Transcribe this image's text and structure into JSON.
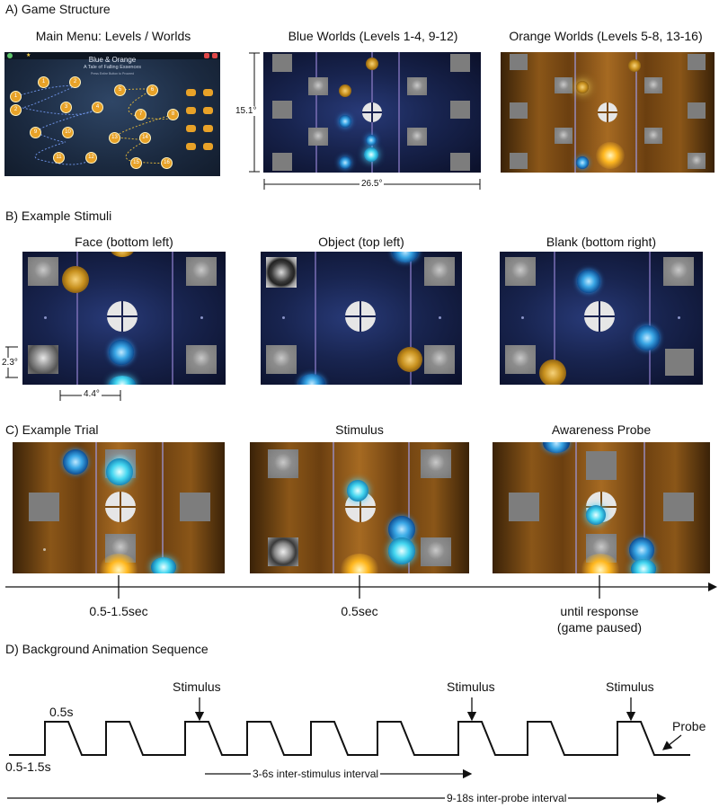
{
  "sections": {
    "a": "A) Game Structure",
    "b": "B) Example Stimuli",
    "c": "C) Example Trial",
    "d": "D) Background Animation Sequence"
  },
  "a": {
    "captions": [
      "Main Menu: Levels / Worlds",
      "Blue Worlds (Levels 1-4, 9-12)",
      "Orange Worlds (Levels 5-8, 13-16)"
    ],
    "menu_title": "Blue & Orange",
    "menu_subtitle": "A Tale of Falling Essences",
    "menu_line": "Press Entire Button to Proceed",
    "vertical_dim": "15.1°",
    "horizontal_dim": "26.5°"
  },
  "b": {
    "captions": [
      "Face (bottom left)",
      "Object (top left)",
      "Blank (bottom right)"
    ],
    "vertical_dim": "2.3°",
    "horizontal_dim": "4.4°"
  },
  "c": {
    "captions": [
      "Stimulus",
      "Awareness Probe"
    ],
    "timings": [
      "0.5-1.5sec",
      "0.5sec",
      "until response",
      "(game paused)"
    ]
  },
  "d": {
    "labels": {
      "top_duration": "0.5s",
      "base_duration": "0.5-1.5s",
      "stimulus": "Stimulus",
      "probe": "Probe",
      "isi": "3-6s inter-stimulus interval",
      "ipi": "9-18s inter-probe interval"
    }
  }
}
